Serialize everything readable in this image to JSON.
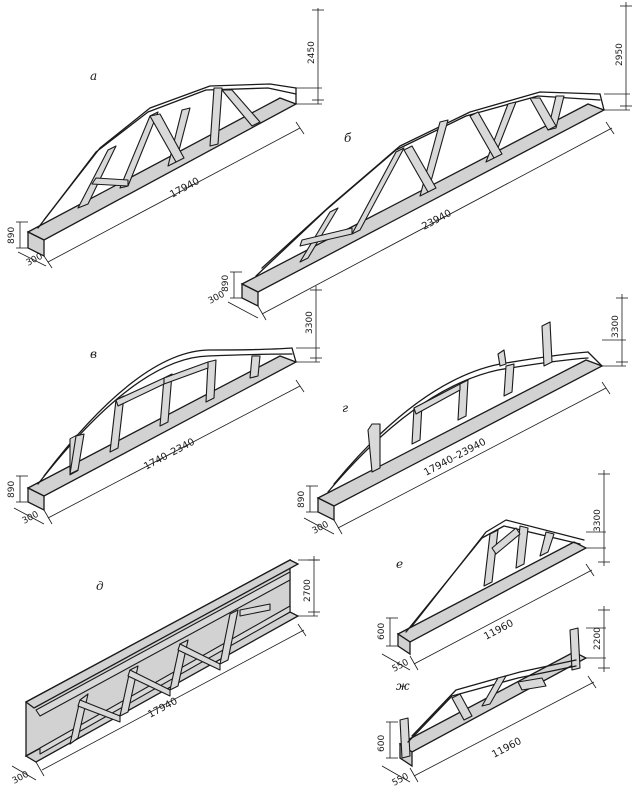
{
  "trusses": [
    {
      "letter": "а",
      "length": "17940",
      "height": "2450",
      "depth": "890",
      "width": "300"
    },
    {
      "letter": "б",
      "length": "23940",
      "height": "2950",
      "depth": "890",
      "width": "300"
    },
    {
      "letter": "в",
      "length": "1740–2340",
      "height": "3300",
      "depth": "890",
      "width": "300"
    },
    {
      "letter": "г",
      "length": "17940–23940",
      "height": "3300",
      "depth": "890",
      "width": "300"
    },
    {
      "letter": "д",
      "length": "17940",
      "height": "2700",
      "width": "300"
    },
    {
      "letter": "е",
      "length": "11960",
      "height": "3300",
      "depth": "600",
      "width": "550"
    },
    {
      "letter": "ж",
      "length": "11960",
      "height": "2200",
      "depth": "600",
      "width": "550"
    }
  ]
}
